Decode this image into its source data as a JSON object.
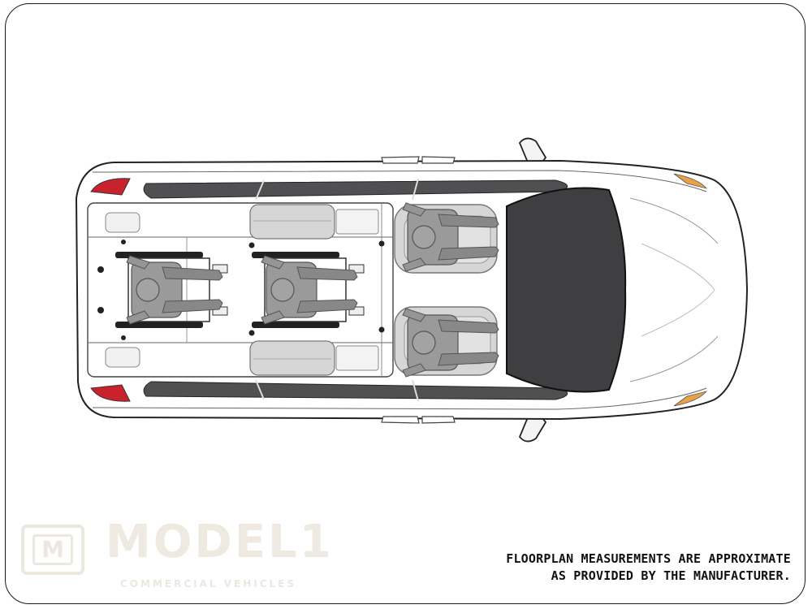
{
  "logo": {
    "mark_letter": "M",
    "wordmark": "MODEL1",
    "tagline": "COMMERCIAL VEHICLES"
  },
  "disclaimer": {
    "line1": "FLOORPLAN MEASUREMENTS ARE APPROXIMATE",
    "line2": "AS PROVIDED BY THE MANUFACTURER."
  },
  "colors": {
    "frame_border": "#1a1a1a",
    "body_paint": "#ffffff",
    "windshield": "#3f3f41",
    "glass": "#505052",
    "seat": "#d6d6d6",
    "occupant": "#8f8f8f",
    "tail_light": "#c8232c",
    "marker_light": "#e8a14a",
    "logo_watermark": "#ece8df"
  },
  "icons": [
    "wheelchair-icon",
    "seated-person-icon",
    "side-mirror-icon",
    "tie-down-anchor-icon"
  ]
}
